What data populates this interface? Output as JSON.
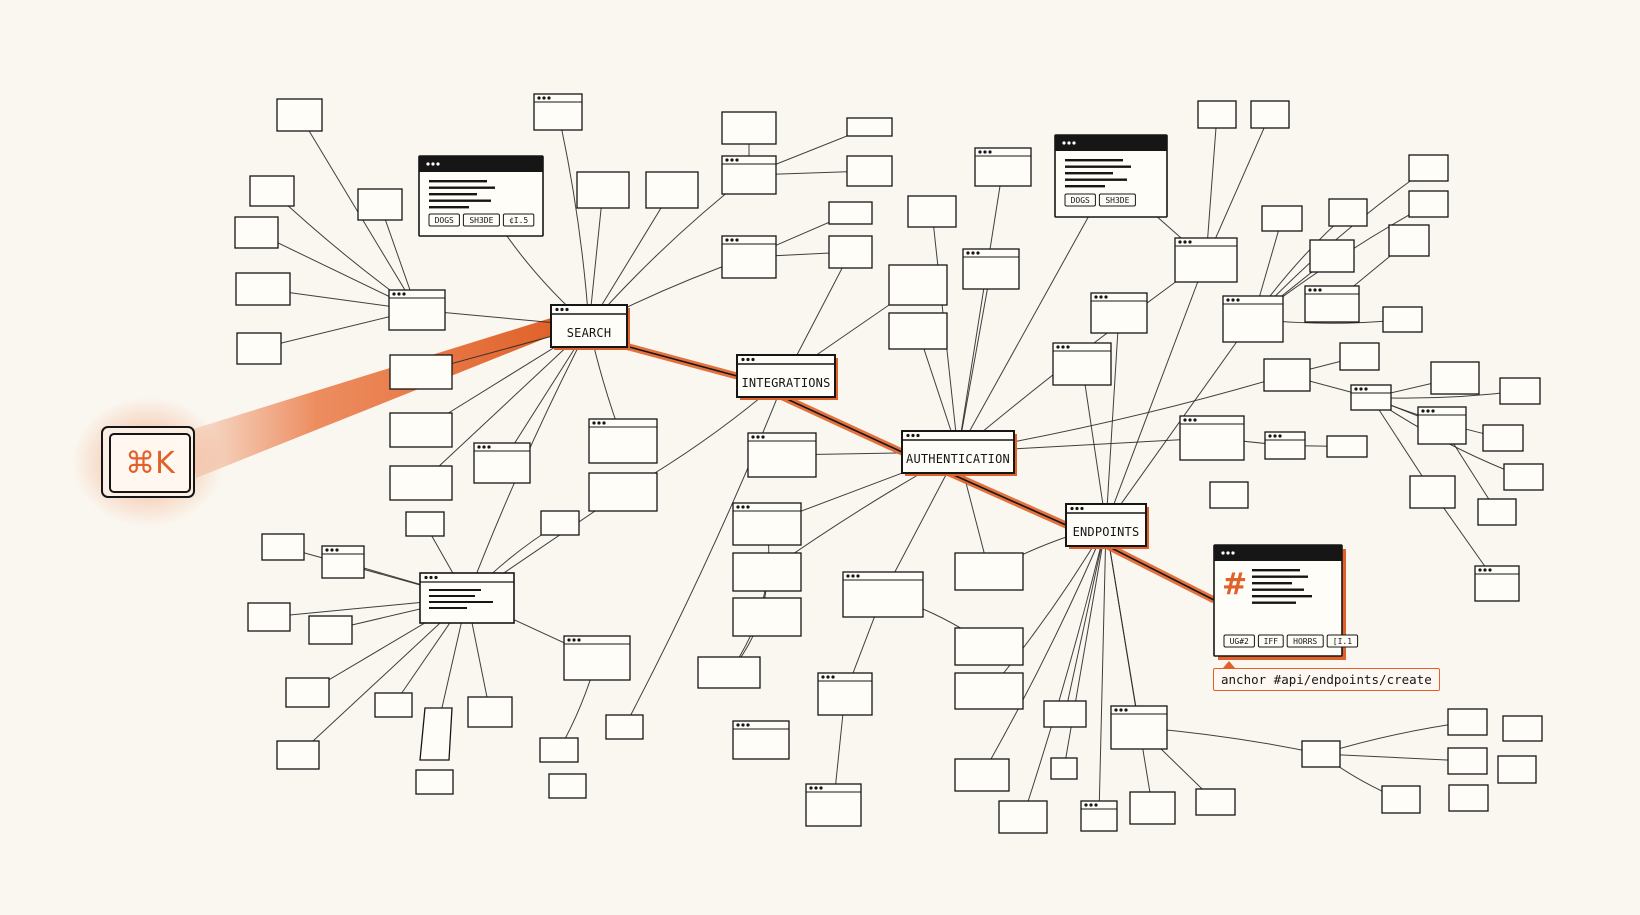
{
  "nodes": {
    "search": "SEARCH",
    "integrations": "INTEGRATIONS",
    "authentication": "AUTHENTICATION",
    "endpoints": "ENDPOINTS"
  },
  "shortcut": {
    "key_label": "⌘K"
  },
  "doc_card_top_left": {
    "chips": [
      "DOGS",
      "SH3DE",
      "¢I.5"
    ]
  },
  "doc_card_top_right": {
    "chips": [
      "DOGS",
      "SH3DE"
    ]
  },
  "anchor_card": {
    "hash_glyph": "#",
    "chips": [
      "UG#2",
      "IFF",
      "HORRS",
      "[I.1"
    ]
  },
  "anchor_tag": {
    "label": "anchor #api/endpoints/create"
  },
  "colors": {
    "background": "#faf7f0",
    "accent": "#e0622a",
    "ink": "#161616"
  },
  "icons": {
    "shortcut_key": "command-key-icon",
    "window_dots": "window-dots-icon"
  }
}
